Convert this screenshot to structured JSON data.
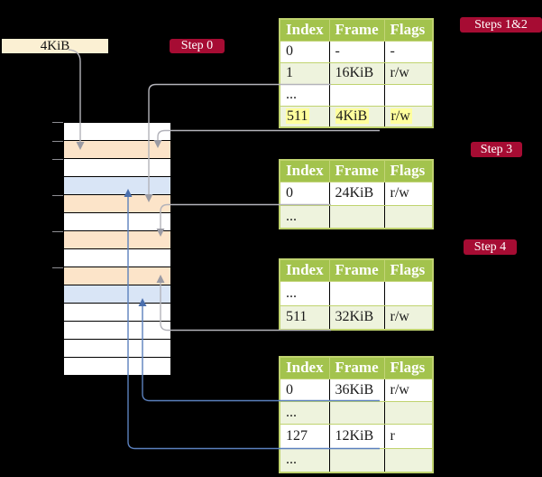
{
  "frame_size_label": "4KiB",
  "badges": {
    "step0": "Step 0",
    "steps12": "Steps 1&2",
    "step3": "Step 3",
    "step4": "Step 4"
  },
  "memory": {
    "row_count": 14,
    "row_pattern": [
      "white",
      "peach",
      "white",
      "blue",
      "peach",
      "white",
      "peach",
      "white",
      "peach",
      "blue",
      "white",
      "white",
      "white",
      "white"
    ],
    "tick_positions_y": [
      135,
      156,
      176,
      216,
      256,
      296
    ]
  },
  "tables": [
    {
      "name": "page-table-steps-1-2",
      "columns": [
        "Index",
        "Frame",
        "Flags"
      ],
      "rows": [
        {
          "cells": [
            "0",
            "-",
            "-"
          ],
          "tint": "white",
          "highlight": false
        },
        {
          "cells": [
            "1",
            "16KiB",
            "r/w"
          ],
          "tint": "green",
          "highlight": false
        },
        {
          "cells": [
            "...",
            "",
            ""
          ],
          "tint": "white",
          "highlight": false
        },
        {
          "cells": [
            "511",
            "4KiB",
            "r/w"
          ],
          "tint": "green",
          "highlight": true
        }
      ]
    },
    {
      "name": "page-table-step-3",
      "columns": [
        "Index",
        "Frame",
        "Flags"
      ],
      "rows": [
        {
          "cells": [
            "0",
            "24KiB",
            "r/w"
          ],
          "tint": "white",
          "highlight": false
        },
        {
          "cells": [
            "...",
            "",
            ""
          ],
          "tint": "green",
          "highlight": false
        }
      ]
    },
    {
      "name": "page-table-step-4",
      "columns": [
        "Index",
        "Frame",
        "Flags"
      ],
      "rows": [
        {
          "cells": [
            "...",
            "",
            ""
          ],
          "tint": "white",
          "highlight": false
        },
        {
          "cells": [
            "511",
            "32KiB",
            "r/w"
          ],
          "tint": "green",
          "highlight": false
        }
      ]
    },
    {
      "name": "page-table-final",
      "columns": [
        "Index",
        "Frame",
        "Flags"
      ],
      "rows": [
        {
          "cells": [
            "0",
            "36KiB",
            "r/w"
          ],
          "tint": "white",
          "highlight": false
        },
        {
          "cells": [
            "...",
            "",
            ""
          ],
          "tint": "green",
          "highlight": false
        },
        {
          "cells": [
            "127",
            "12KiB",
            "r"
          ],
          "tint": "white",
          "highlight": false
        },
        {
          "cells": [
            "...",
            "",
            ""
          ],
          "tint": "green",
          "highlight": false
        }
      ]
    }
  ],
  "palette": {
    "background": "#000000",
    "badge_red": "#a60c33",
    "header_green": "#a3c34d",
    "row_green": "#eef3dd",
    "table_border_green": "#c0d36f",
    "memory_peach": "#fce4c9",
    "memory_blue": "#d9e5f6",
    "label_cream": "#fbf0d3",
    "highlight_yellow": "#ffff9d",
    "gray_arrow": "#b3b3ba",
    "blue_arrow": "#5b80bd"
  }
}
